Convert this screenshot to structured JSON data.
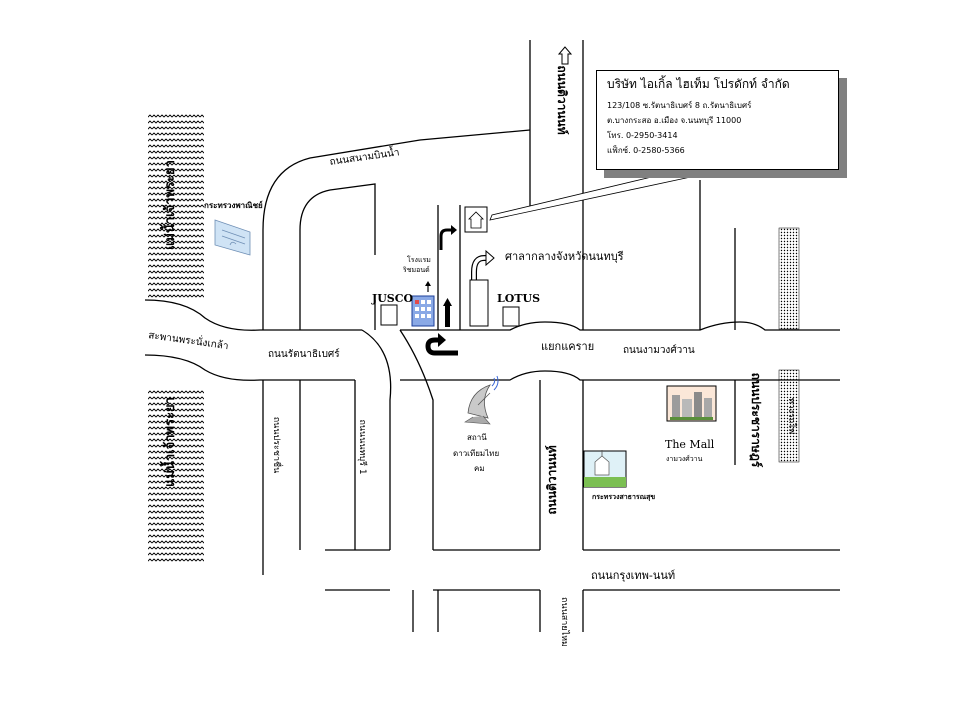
{
  "company_box": {
    "name": "บริษัท ไอเกิ้ล ไฮเท็ม โปรดักท์ จำกัด",
    "address_line1": "123/108 ซ.รัตนาธิเบศร์ 8  ถ.รัตนาธิเบศร์",
    "address_line2": "ต.บางกระสอ อ.เมือง จ.นนทบุรี  11000",
    "phone": "โทร. 0-2950-3414",
    "fax": "แฟ็กซ์. 0-2580-5366"
  },
  "river": {
    "name_top": "แม่น้ำเจ้าพระยา",
    "name_bottom": "แม่น้ำเจ้าพระยา"
  },
  "bridge": "สะพานพระนั่งเกล้า",
  "roads": {
    "sanambinnam": "ถนนสนามบินน้ำ",
    "rattanathibet": "ถนนรัตนาธิเบศร์",
    "ngamwongwan": "ถนนงามวงศ์วาน",
    "krungthep_nonthaburi": "ถนนกรุงเทพ-นนท์",
    "pracharat": "ถนนประชาราษฎร์",
    "tiwanon_top": "ถนนติวานนท์",
    "tiwanon_mid": "ถนนติวานนท์",
    "prachachuen": "ถนนประชาชื่น",
    "nonthaburi1": "ถนนนนทบุรี 1",
    "saima": "ถนนสายไหม",
    "rail": "ทางรถไฟ"
  },
  "intersection": "แยกแคราย",
  "places": {
    "ministry_commerce": "กระทรวงพาณิชย์",
    "city_hall": "ศาลากลางจังหวัดนนทบุรี",
    "jusco": "JUSCO",
    "lotus": "LOTUS",
    "hospital_line1": "โรงแรม",
    "hospital_line2": "ริชมอนด์",
    "satellite_line1": "สถานี",
    "satellite_line2": "ดาวเทียมไทย",
    "satellite_line3": "คม",
    "themall": "The Mall",
    "themall_sub": "งามวงศ์วาน",
    "ministry_health": "กระทรวงสาธารณสุข"
  },
  "north_arrow": "north-arrow-icon"
}
